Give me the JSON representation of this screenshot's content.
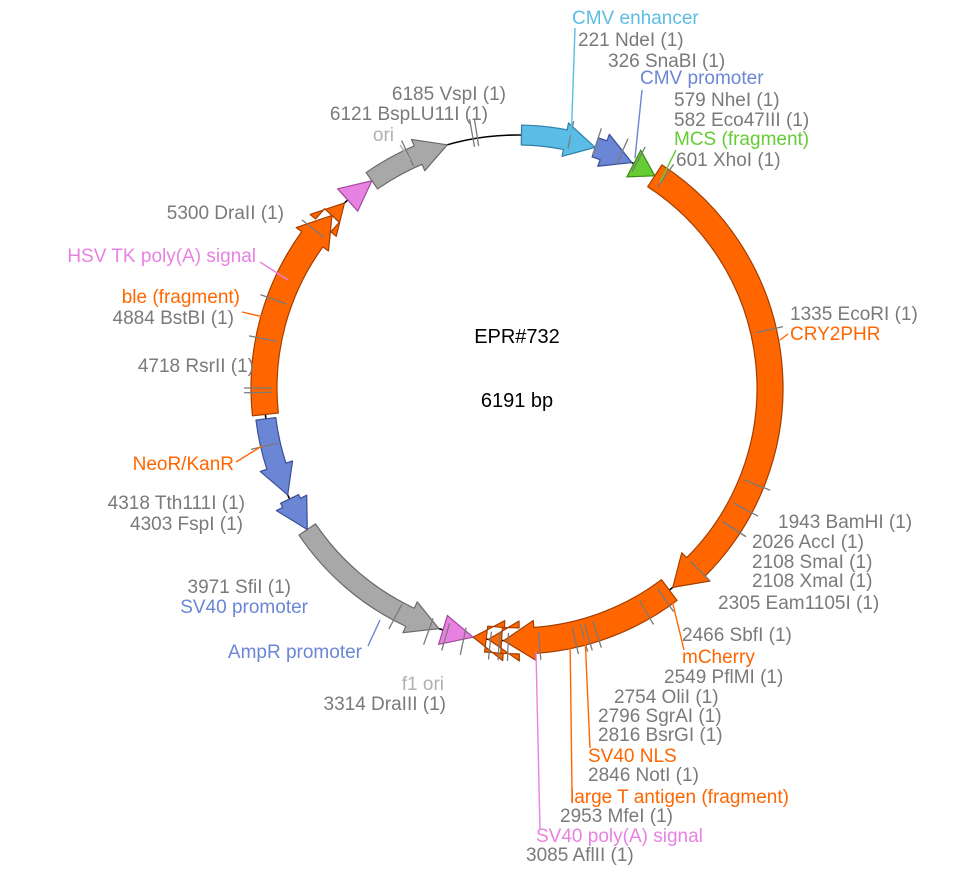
{
  "plasmid": {
    "name": "EPR#732",
    "size_label": "6191 bp"
  },
  "colors": {
    "site": "#7a7a7a",
    "orange": "#ff6600",
    "orange_dark": "#c04000",
    "blue_light": "#5bbde6",
    "blue": "#6b86d4",
    "green": "#66cc33",
    "gray": "#a8a8a8",
    "pink": "#e882e2",
    "pink_light": "#e6a3e0",
    "gray_light": "#b0b0b0"
  },
  "features": [
    {
      "name": "CMV enhancer",
      "color": "#5bbde6",
      "start": 0,
      "end": 17,
      "dir": 1
    },
    {
      "name": "CMV promoter",
      "color": "#6b86d4",
      "start": 17,
      "end": 25,
      "dir": 1
    },
    {
      "name": "MCS (fragment)",
      "color": "#66cc33",
      "start": 26,
      "end": 31,
      "dir": 1
    },
    {
      "name": "CRY2PHR",
      "color": "#ff6600",
      "start": 31,
      "end": 140,
      "dir": 1
    },
    {
      "name": "mCherry",
      "color": "#ff6600",
      "start": 141,
      "end": 181,
      "dir": 1
    },
    {
      "name": "SV40 NLS",
      "color": "#ff6600",
      "start": 182,
      "end": 185,
      "dir": 1
    },
    {
      "name": "large T antigen (fragment)",
      "color": "#ff6600",
      "start": 186,
      "end": 189,
      "dir": 1
    },
    {
      "name": "SV40 poly(A) signal",
      "color": "#e882e2",
      "start": 189,
      "end": 196,
      "dir": -1
    },
    {
      "name": "f1 ori",
      "color": "#a8a8a8",
      "start": 196,
      "end": 233,
      "dir": -1
    },
    {
      "name": "AmpR promoter",
      "color": "#6b86d4",
      "start": 233,
      "end": 243,
      "dir": -1
    },
    {
      "name": "SV40 promoter",
      "color": "#6b86d4",
      "start": 244,
      "end": 262,
      "dir": -1
    },
    {
      "name": "NeoR/KanR",
      "color": "#ff6600",
      "start": 263,
      "end": 311,
      "dir": 1
    },
    {
      "name": "ble (fragment)",
      "color": "#ff6600",
      "start": 312,
      "end": 316,
      "dir": 1
    },
    {
      "name": "HSV TK poly(A) signal",
      "color": "#e882e2",
      "start": 318,
      "end": 324,
      "dir": 1
    },
    {
      "name": "ori",
      "color": "#a8a8a8",
      "start": 305.5,
      "end": 345,
      "dir": 1,
      "note": "drawn counter-clockwise region"
    }
  ],
  "labels": [
    {
      "text": "CMV enhancer",
      "kind": "feature",
      "color": "#5bbde6"
    },
    {
      "text": "221 NdeI (1)",
      "kind": "site"
    },
    {
      "text": "326 SnaBI (1)",
      "kind": "site"
    },
    {
      "text": "CMV promoter",
      "kind": "feature",
      "color": "#6b86d4"
    },
    {
      "text": "579 NheI (1)",
      "kind": "site"
    },
    {
      "text": "582 Eco47III (1)",
      "kind": "site"
    },
    {
      "text": "MCS (fragment)",
      "kind": "feature",
      "color": "#66cc33"
    },
    {
      "text": "601 XhoI (1)",
      "kind": "site"
    },
    {
      "text": "1335 EcoRI (1)",
      "kind": "site"
    },
    {
      "text": "CRY2PHR",
      "kind": "feature",
      "color": "#ff6600"
    },
    {
      "text": "1943 BamHI (1)",
      "kind": "site"
    },
    {
      "text": "2026 AccI (1)",
      "kind": "site"
    },
    {
      "text": "2108 SmaI (1)",
      "kind": "site"
    },
    {
      "text": "2108 XmaI (1)",
      "kind": "site"
    },
    {
      "text": "2305 Eam1105I (1)",
      "kind": "site"
    },
    {
      "text": "2466 SbfI (1)",
      "kind": "site"
    },
    {
      "text": "mCherry",
      "kind": "feature",
      "color": "#ff6600"
    },
    {
      "text": "2549 PflMI (1)",
      "kind": "site"
    },
    {
      "text": "2754 OliI (1)",
      "kind": "site"
    },
    {
      "text": "2796 SgrAI (1)",
      "kind": "site"
    },
    {
      "text": "2816 BsrGI (1)",
      "kind": "site"
    },
    {
      "text": "SV40 NLS",
      "kind": "feature",
      "color": "#ff6600"
    },
    {
      "text": "2846 NotI (1)",
      "kind": "site"
    },
    {
      "text": "large T antigen (fragment)",
      "kind": "feature",
      "color": "#ff6600"
    },
    {
      "text": "2953 MfeI (1)",
      "kind": "site"
    },
    {
      "text": "SV40 poly(A) signal",
      "kind": "feature",
      "color": "#e882e2"
    },
    {
      "text": "3085 AflII (1)",
      "kind": "site"
    },
    {
      "text": "f1 ori",
      "kind": "feature",
      "color": "#b0b0b0"
    },
    {
      "text": "3314 DraIII (1)",
      "kind": "site"
    },
    {
      "text": "AmpR promoter",
      "kind": "feature",
      "color": "#6b86d4"
    },
    {
      "text": "SV40 promoter",
      "kind": "feature",
      "color": "#6b86d4"
    },
    {
      "text": "3971 SfiI (1)",
      "kind": "site"
    },
    {
      "text": "4303 FspI (1)",
      "kind": "site"
    },
    {
      "text": "4318 Tth111I (1)",
      "kind": "site"
    },
    {
      "text": "NeoR/KanR",
      "kind": "feature",
      "color": "#ff6600"
    },
    {
      "text": "4718 RsrII (1)",
      "kind": "site"
    },
    {
      "text": "4884 BstBI (1)",
      "kind": "site"
    },
    {
      "text": "ble (fragment)",
      "kind": "feature",
      "color": "#ff6600"
    },
    {
      "text": "HSV TK poly(A) signal",
      "kind": "feature",
      "color": "#e882e2"
    },
    {
      "text": "5300 DraII (1)",
      "kind": "site"
    },
    {
      "text": "ori",
      "kind": "feature",
      "color": "#b0b0b0"
    },
    {
      "text": "6121 BspLU11I (1)",
      "kind": "site"
    },
    {
      "text": "6185 VspI (1)",
      "kind": "site"
    }
  ]
}
